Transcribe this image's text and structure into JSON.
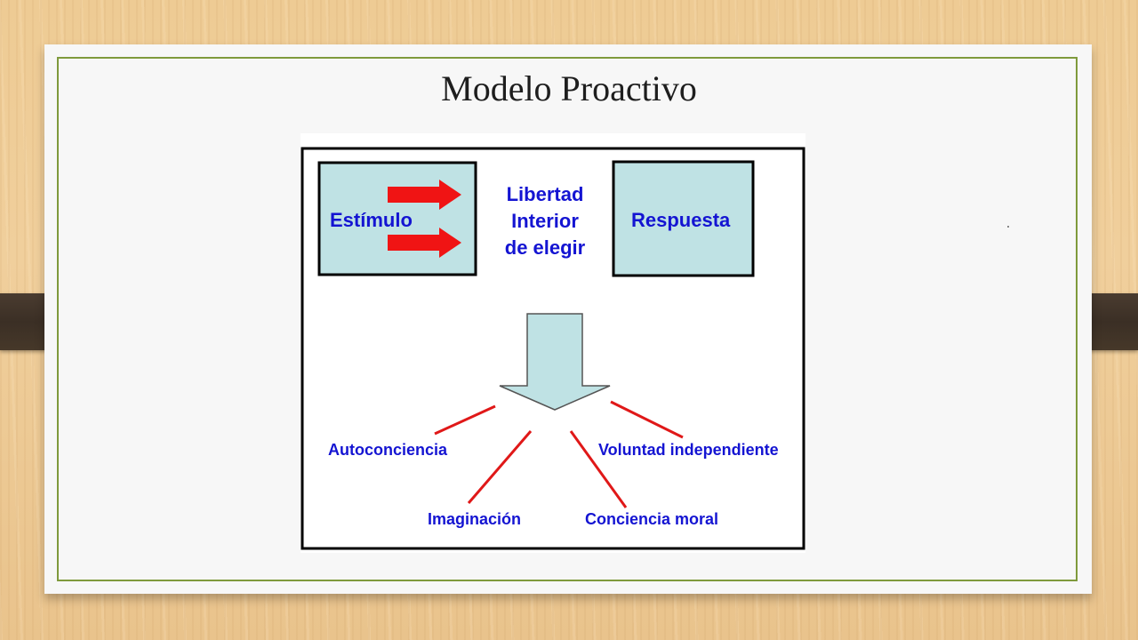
{
  "slide": {
    "title": "Modelo Proactivo"
  },
  "diagram": {
    "stimulus_label": "Estímulo",
    "freedom_lines": [
      "Libertad",
      "Interior",
      "de elegir"
    ],
    "response_label": "Respuesta",
    "capacities": {
      "self_awareness": "Autoconciencia",
      "imagination": "Imaginación",
      "conscience": "Conciencia moral",
      "independent_will": "Voluntad independiente"
    }
  },
  "colors": {
    "label_text": "#1414d2",
    "box_fill": "#bfe2e4",
    "arrow_red": "#f01414",
    "frame_green": "#7f9a3c",
    "clip_dark": "#3b2f25"
  }
}
